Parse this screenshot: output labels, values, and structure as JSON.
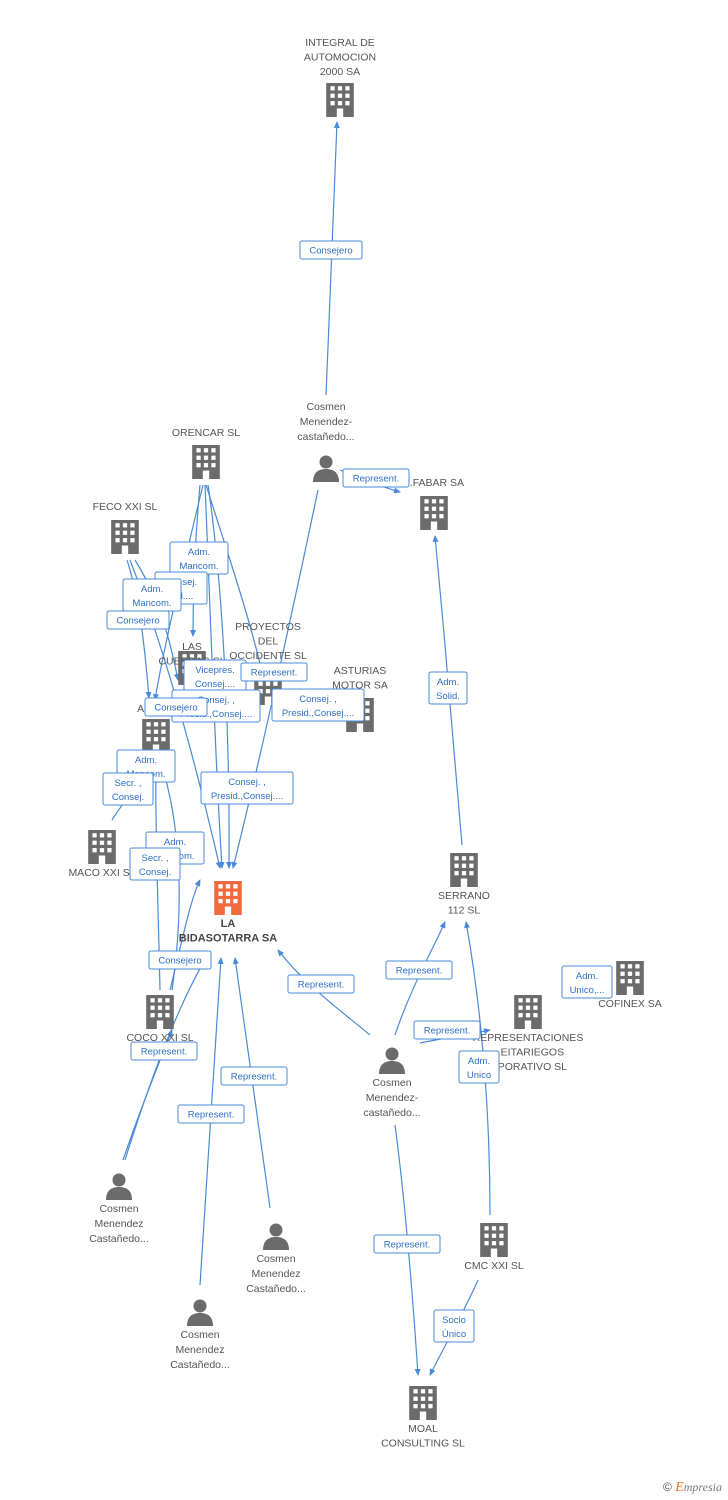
{
  "nodes": [
    {
      "id": "integral",
      "type": "company",
      "lines": [
        "INTEGRAL DE",
        "AUTOMOCION",
        "2000 SA"
      ]
    },
    {
      "id": "orencar",
      "type": "company",
      "lines": [
        "ORENCAR SL"
      ]
    },
    {
      "id": "feco",
      "type": "company",
      "lines": [
        "FECO XXI SL"
      ]
    },
    {
      "id": "fabar",
      "type": "company",
      "lines": [
        "...FABAR SA"
      ]
    },
    {
      "id": "proyectos",
      "type": "company",
      "lines": [
        "PROYECTOS",
        "DEL",
        "OCCIDENTE SL"
      ]
    },
    {
      "id": "asturias",
      "type": "company",
      "lines": [
        "ASTURIAS",
        "MOTOR SA"
      ]
    },
    {
      "id": "cuerdas",
      "type": "company",
      "lines": [
        "LAS",
        "CUERDAS SL"
      ]
    },
    {
      "id": "auto",
      "type": "company",
      "lines": [
        "AUTO..."
      ]
    },
    {
      "id": "maco",
      "type": "company",
      "lines": [
        "MACO XXI SL"
      ]
    },
    {
      "id": "main",
      "type": "company-main",
      "lines": [
        "LA",
        "BIDASOTARRA SA"
      ]
    },
    {
      "id": "serrano",
      "type": "company",
      "lines": [
        "SERRANO",
        "112 SL"
      ]
    },
    {
      "id": "cofinex",
      "type": "company",
      "lines": [
        "COFINEX SA"
      ]
    },
    {
      "id": "representaciones",
      "type": "company",
      "lines": [
        "REPRESENTACIONES",
        "...EITARIEGOS",
        "...PORATIVO SL"
      ]
    },
    {
      "id": "coco",
      "type": "company",
      "lines": [
        "COCO XXI SL"
      ]
    },
    {
      "id": "p1",
      "type": "person",
      "lines": [
        "Cosmen",
        "Menendez-",
        "castañedo..."
      ]
    },
    {
      "id": "p2",
      "type": "person",
      "lines": [
        "Cosmen",
        "Menendez-",
        "castañedo..."
      ]
    },
    {
      "id": "p3",
      "type": "person",
      "lines": [
        "Cosmen",
        "Menendez",
        "Castañedo..."
      ]
    },
    {
      "id": "p4",
      "type": "person",
      "lines": [
        "Cosmen",
        "Menendez",
        "Castañedo..."
      ]
    },
    {
      "id": "p5",
      "type": "person",
      "lines": [
        "Cosmen",
        "Menendez",
        "Castañedo..."
      ]
    },
    {
      "id": "cmc",
      "type": "company",
      "lines": [
        "CMC XXI  SL"
      ]
    },
    {
      "id": "moal",
      "type": "company",
      "lines": [
        "MOAL",
        "CONSULTING SL"
      ]
    }
  ],
  "edge_labels": [
    {
      "id": "consejero-integral",
      "lines": [
        "Consejero"
      ]
    },
    {
      "id": "represent-fabar",
      "lines": [
        "Represent."
      ]
    },
    {
      "id": "adm-mancom-1",
      "lines": [
        "Adm.",
        "Mancom."
      ]
    },
    {
      "id": "consej-del",
      "lines": [
        "Consej.",
        "Del...."
      ]
    },
    {
      "id": "adm-mancom-2",
      "lines": [
        "Adm.",
        "Mancom."
      ]
    },
    {
      "id": "consejero-feco",
      "lines": [
        "Consejero"
      ]
    },
    {
      "id": "vicepres",
      "lines": [
        "Vicepres.",
        "Consej...."
      ]
    },
    {
      "id": "represent-proyectos",
      "lines": [
        "Represent."
      ]
    },
    {
      "id": "consej-presid-1",
      "lines": [
        "Consej. ,",
        "Presid.,Consej...."
      ]
    },
    {
      "id": "consej-presid-2",
      "lines": [
        "Consej. ,",
        "Presid.,Consej...."
      ]
    },
    {
      "id": "consejero-auto",
      "lines": [
        "Consejero"
      ]
    },
    {
      "id": "adm-solid",
      "lines": [
        "Adm.",
        "Solid."
      ]
    },
    {
      "id": "adm-mancom-3",
      "lines": [
        "Adm.",
        "Mancom."
      ]
    },
    {
      "id": "secr-consej-1",
      "lines": [
        "Secr. ,",
        "Consej."
      ]
    },
    {
      "id": "consej-presid-3",
      "lines": [
        "Consej. ,",
        "Presid.,Consej...."
      ]
    },
    {
      "id": "adm-mancom-4",
      "lines": [
        "Adm.",
        "Mancom."
      ]
    },
    {
      "id": "secr-consej-2",
      "lines": [
        "Secr. ,",
        "Consej."
      ]
    },
    {
      "id": "consejero-coco",
      "lines": [
        "Consejero"
      ]
    },
    {
      "id": "represent-main",
      "lines": [
        "Represent."
      ]
    },
    {
      "id": "represent-serrano",
      "lines": [
        "Represent."
      ]
    },
    {
      "id": "adm-unico-cofinex",
      "lines": [
        "Adm.",
        "Unico,..."
      ]
    },
    {
      "id": "represent-repres",
      "lines": [
        "Represent."
      ]
    },
    {
      "id": "adm-unico-serrano",
      "lines": [
        "Adm.",
        "Unico"
      ]
    },
    {
      "id": "represent-coco",
      "lines": [
        "Represent."
      ]
    },
    {
      "id": "represent-p4",
      "lines": [
        "Represent."
      ]
    },
    {
      "id": "represent-p5",
      "lines": [
        "Represent."
      ]
    },
    {
      "id": "represent-moal",
      "lines": [
        "Represent."
      ]
    },
    {
      "id": "socio-unico",
      "lines": [
        "Socio",
        "Único"
      ]
    }
  ],
  "brand": {
    "copyright": "©",
    "e": "E",
    "rest": "mpresia"
  },
  "colors": {
    "edge": "#4a8ad8",
    "company": "#6b6b6b",
    "main": "#f26a3d",
    "person": "#6b6b6b"
  }
}
